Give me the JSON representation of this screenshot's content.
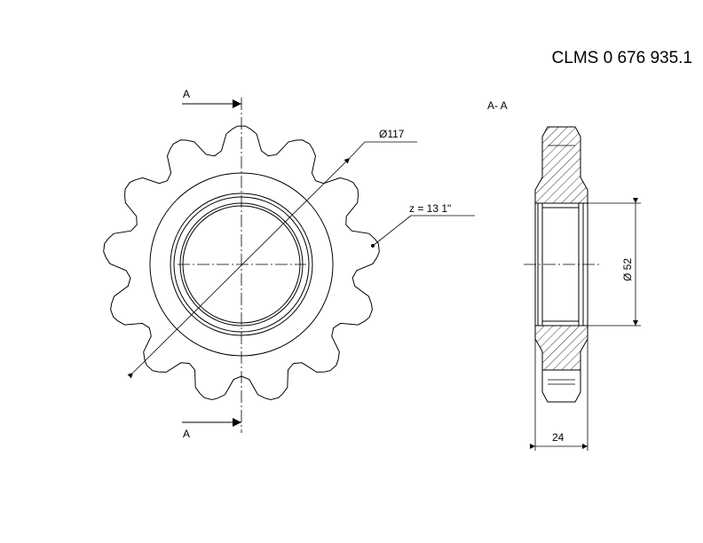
{
  "drawing": {
    "part_number": "CLMS 0 676 935.1",
    "section_mark_top": "A",
    "section_mark_bottom": "A",
    "section_title": "A- A",
    "outer_diameter_label": "Ø117",
    "tooth_label": "z = 13  1\"",
    "bore_diameter_label": "Ø 52",
    "width_label": "24"
  },
  "teeth_count": 13
}
